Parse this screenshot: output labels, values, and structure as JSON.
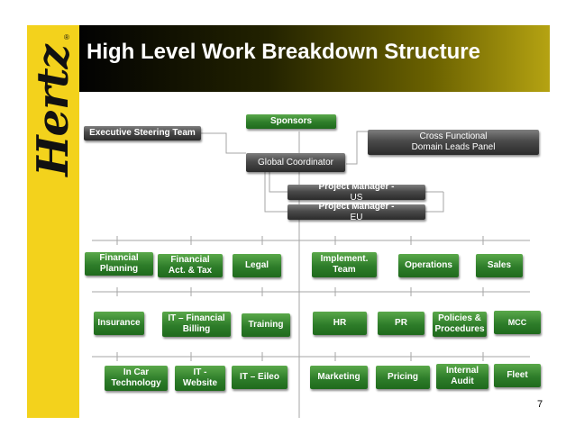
{
  "brand": {
    "logo_text": "Hertz",
    "logo_mark": "®"
  },
  "slide": {
    "title": "High Level Work Breakdown Structure",
    "page_number": "7"
  },
  "colors": {
    "brand_yellow": "#f3d21c",
    "box_gray": "#4a4a4a",
    "box_green": "#2e7d2a",
    "connector": "#a6a6a6"
  },
  "org": {
    "sponsors": "Sponsors",
    "executive_steering_team": "Executive Steering Team",
    "cross_functional": {
      "line1": "Cross Functional",
      "line2": "Domain Leads Panel"
    },
    "global_coordinator": "Global Coordinator",
    "pm_us": {
      "role": "Project Manager - ",
      "region": "US"
    },
    "pm_eu": {
      "role": "Project Manager - ",
      "region": "EU"
    }
  },
  "workstreams": {
    "row1": [
      {
        "id": "financial-planning",
        "line1": "Financial",
        "line2": "Planning"
      },
      {
        "id": "financial-act-tax",
        "line1": "Financial",
        "line2": "Act. & Tax"
      },
      {
        "id": "legal",
        "line1": "Legal",
        "line2": ""
      },
      {
        "id": "implement-team",
        "line1": "Implement.",
        "line2": "Team"
      },
      {
        "id": "operations",
        "line1": "Operations",
        "line2": ""
      },
      {
        "id": "sales",
        "line1": "Sales",
        "line2": ""
      }
    ],
    "row2": [
      {
        "id": "insurance",
        "line1": "Insurance",
        "line2": ""
      },
      {
        "id": "it-financial-billing",
        "line1": "IT – Financial",
        "line2": "Billing"
      },
      {
        "id": "training",
        "line1": "Training",
        "line2": ""
      },
      {
        "id": "hr",
        "line1": "HR",
        "line2": ""
      },
      {
        "id": "pr",
        "line1": "PR",
        "line2": ""
      },
      {
        "id": "policies-procedures",
        "line1": "Policies &",
        "line2": "Procedures"
      },
      {
        "id": "mcc",
        "line1": "MCC",
        "line2": ""
      }
    ],
    "row3": [
      {
        "id": "in-car-technology",
        "line1": "In Car",
        "line2": "Technology"
      },
      {
        "id": "it-website",
        "line1": "IT -",
        "line2": "Website"
      },
      {
        "id": "it-eileo",
        "line1": "IT – Eileo",
        "line2": ""
      },
      {
        "id": "marketing",
        "line1": "Marketing",
        "line2": ""
      },
      {
        "id": "pricing",
        "line1": "Pricing",
        "line2": ""
      },
      {
        "id": "internal-audit",
        "line1": "Internal",
        "line2": "Audit"
      },
      {
        "id": "fleet",
        "line1": "Fleet",
        "line2": ""
      }
    ]
  }
}
